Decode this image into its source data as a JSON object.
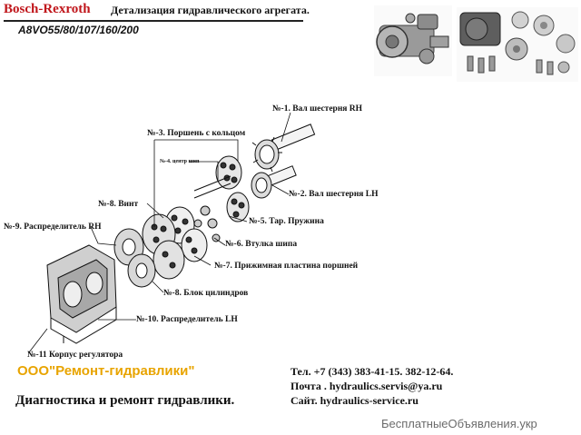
{
  "header": {
    "brand": "Bosch-Rexroth",
    "subtitle": "Детализация гидравлического агрегата.",
    "model": "A8VO55/80/107/160/200"
  },
  "parts": [
    {
      "label": "№-1. Вал шестерня RH"
    },
    {
      "label": "№-2. Вал шестерня LH"
    },
    {
      "label": "№-3. Поршень с кольцом"
    },
    {
      "label": "№-4. центр шип"
    },
    {
      "label": "№-5. Тар. Пружина"
    },
    {
      "label": "№-6.  Втулка шипа"
    },
    {
      "label": "№-7. Прижимная пластина поршней"
    },
    {
      "label": "№-8. Винт"
    },
    {
      "label": "№-8. Блок цилиндров"
    },
    {
      "label": "№-9. Распределитель RH"
    },
    {
      "label": "№-10. Распределитель LH"
    },
    {
      "label": "№-11 Корпус регулятора"
    }
  ],
  "company": "ООО\"Ремонт-гидравлики\"",
  "tagline": "Диагностика и ремонт гидравлики.",
  "contacts": {
    "phone": "Тел. +7 (343) 383-41-15. 382-12-64.",
    "email": "Почта . hydraulics.servis@ya.ru",
    "site": "Сайт. hydraulics-service.ru"
  },
  "watermark": "БесплатныеОбъявления.укр",
  "colors": {
    "brand": "#c0161b",
    "company": "#e8a400",
    "watermark": "#6b6b6b"
  }
}
